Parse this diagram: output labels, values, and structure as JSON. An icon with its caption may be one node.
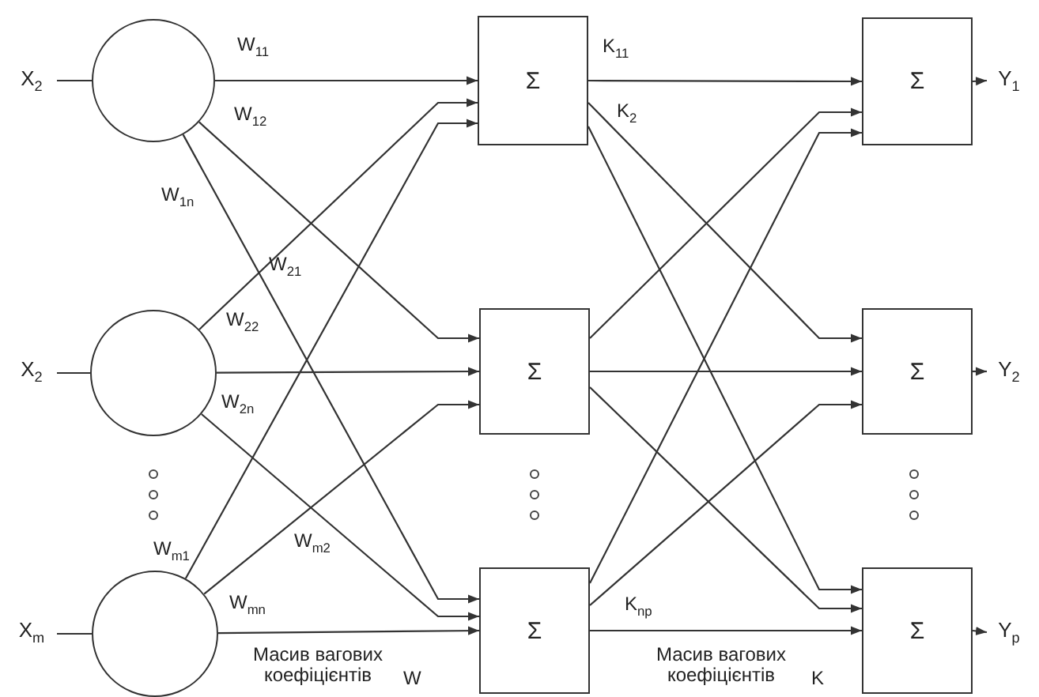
{
  "diagram": {
    "nodes": [
      {
        "text": [
          "X$_{2}$"
        ]
      },
      {
        "text": [
          "X$_{2}$"
        ]
      },
      {
        "text": [
          "X$_{m}$"
        ]
      },
      {
        "text": [],
        "shape": "circle"
      },
      {
        "text": [],
        "shape": "circle"
      },
      {
        "text": [],
        "shape": "circle"
      },
      {
        "text": [
          "Σ"
        ]
      },
      {
        "text": [
          "Σ"
        ]
      },
      {
        "text": [
          "Σ"
        ]
      },
      {
        "text": [
          "Σ"
        ]
      },
      {
        "text": [
          "Σ"
        ]
      },
      {
        "text": [
          "Σ"
        ]
      },
      {
        "text": [
          "Y$_{1}$"
        ]
      },
      {
        "text": [
          "Y$_{2}$"
        ]
      },
      {
        "text": [
          "Y$_{p}$"
        ]
      }
    ],
    "edges": [
      {
        "from": 0,
        "to": 3,
        "arrow": "none"
      },
      {
        "from": 1,
        "to": 4,
        "arrow": "none"
      },
      {
        "from": 2,
        "to": 5,
        "arrow": "none"
      },
      {
        "from": 3,
        "to": 6,
        "arrow": "to"
      },
      {
        "from": 3,
        "to": 7,
        "arrow": "to"
      },
      {
        "from": 3,
        "to": 8,
        "arrow": "to"
      },
      {
        "from": 4,
        "to": 6,
        "arrow": "to"
      },
      {
        "from": 4,
        "to": 7,
        "arrow": "to"
      },
      {
        "from": 4,
        "to": 8,
        "arrow": "to"
      },
      {
        "from": 5,
        "to": 6,
        "arrow": "to"
      },
      {
        "from": 5,
        "to": 7,
        "arrow": "to"
      },
      {
        "from": 5,
        "to": 8,
        "arrow": "to"
      },
      {
        "from": 6,
        "to": 9,
        "arrow": "to"
      },
      {
        "from": 6,
        "to": 10,
        "arrow": "to"
      },
      {
        "from": 6,
        "to": 11,
        "arrow": "to"
      },
      {
        "from": 7,
        "to": 9,
        "arrow": "to"
      },
      {
        "from": 7,
        "to": 10,
        "arrow": "to"
      },
      {
        "from": 7,
        "to": 11,
        "arrow": "to"
      },
      {
        "from": 8,
        "to": 9,
        "arrow": "to"
      },
      {
        "from": 8,
        "to": 10,
        "arrow": "to"
      },
      {
        "from": 8,
        "to": 11,
        "arrow": "to"
      },
      {
        "from": 9,
        "to": 12,
        "arrow": "to"
      },
      {
        "from": 10,
        "to": 13,
        "arrow": "to"
      },
      {
        "from": 11,
        "to": 14,
        "arrow": "to"
      }
    ],
    "labels": [
      "W$_{11}$",
      "W$_{12}$",
      "W$_{1n}$",
      "W$_{21}$",
      "W$_{22}$",
      "W$_{2n}$",
      "W$_{m1}$",
      "W$_{m2}$",
      "W$_{mn}$",
      "Масив вагових коефіцієнтів",
      "W",
      "K$_{11}$",
      "K$_{2}$",
      "K$_{np}$",
      "Масив вагових коефіцієнтів",
      "K"
    ]
  }
}
